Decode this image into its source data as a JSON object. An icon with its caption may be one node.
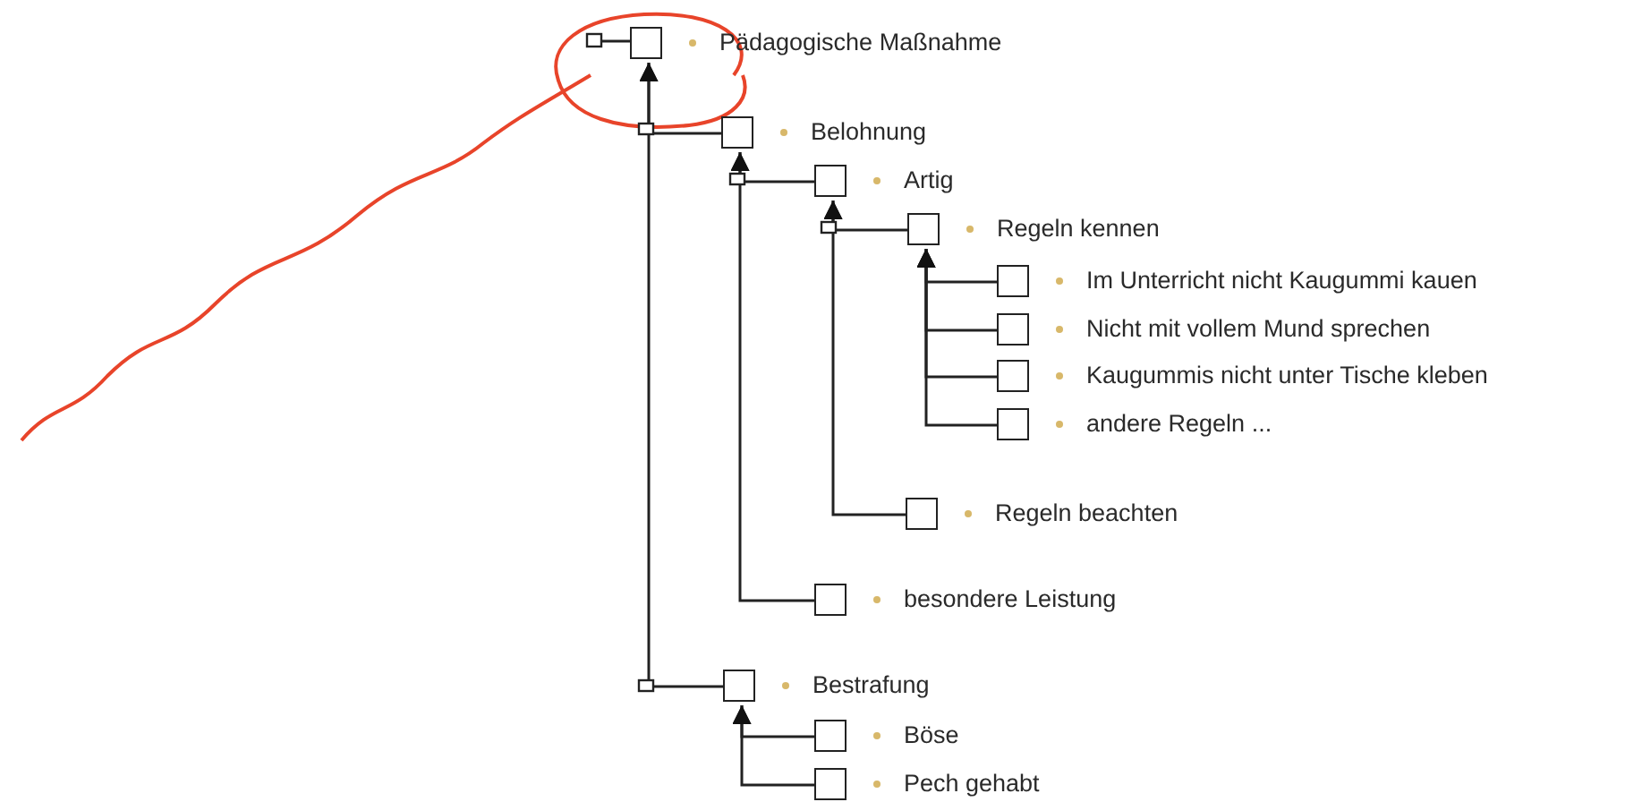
{
  "diagram": {
    "nodes": [
      {
        "text": [
          "Pädagogische Maßnahme"
        ]
      },
      {
        "text": [
          "Belohnung"
        ]
      },
      {
        "text": [
          "Artig"
        ]
      },
      {
        "text": [
          "Regeln kennen"
        ]
      },
      {
        "text": [
          "Im Unterricht nicht Kaugummi kauen"
        ]
      },
      {
        "text": [
          "Nicht mit vollem Mund sprechen"
        ]
      },
      {
        "text": [
          "Kaugummis nicht unter Tische kleben"
        ]
      },
      {
        "text": [
          "andere Regeln ..."
        ]
      },
      {
        "text": [
          "Regeln beachten"
        ]
      },
      {
        "text": [
          "besondere Leistung"
        ]
      },
      {
        "text": [
          "Bestrafung"
        ]
      },
      {
        "text": [
          "Böse"
        ]
      },
      {
        "text": [
          "Pech gehabt"
        ]
      }
    ],
    "edges": [
      {
        "from": 1,
        "to": 0,
        "arrow": "to"
      },
      {
        "from": 2,
        "to": 1,
        "arrow": "to"
      },
      {
        "from": 3,
        "to": 2,
        "arrow": "to"
      },
      {
        "from": 4,
        "to": 3,
        "arrow": "to"
      },
      {
        "from": 5,
        "to": 3,
        "arrow": "to"
      },
      {
        "from": 6,
        "to": 3,
        "arrow": "to"
      },
      {
        "from": 7,
        "to": 3,
        "arrow": "to"
      },
      {
        "from": 8,
        "to": 2,
        "arrow": "to"
      },
      {
        "from": 9,
        "to": 1,
        "arrow": "to"
      },
      {
        "from": 10,
        "to": 0,
        "arrow": "to"
      },
      {
        "from": 11,
        "to": 10,
        "arrow": "to"
      },
      {
        "from": 12,
        "to": 10,
        "arrow": "to"
      }
    ]
  }
}
